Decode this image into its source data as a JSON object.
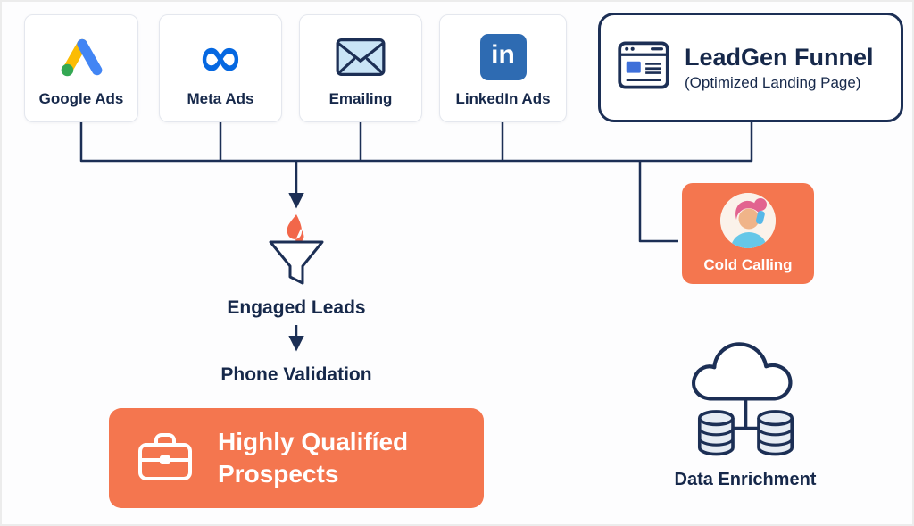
{
  "colors": {
    "navy": "#1C2F55",
    "orange": "#F4764F",
    "meta_blue": "#0668E1",
    "linkedin_blue": "#2E6BB2",
    "google_yellow": "#FBBC04",
    "google_blue": "#4285F4",
    "google_green": "#34A853"
  },
  "sources": [
    {
      "label": "Google Ads"
    },
    {
      "label": "Meta Ads"
    },
    {
      "label": "Emailing"
    },
    {
      "label": "LinkedIn Ads"
    }
  ],
  "leadgen_card": {
    "title": "LeadGen Funnel",
    "subtitle": "(Optimized Landing Page)"
  },
  "flow": {
    "engaged_leads_label": "Engaged Leads",
    "phone_validation_label": "Phone Validation"
  },
  "prospects_card": {
    "label": "Highly Qualifíed Prospects"
  },
  "cold_calling_card": {
    "label": "Cold Calling"
  },
  "data_enrichment": {
    "label": "Data Enrichment"
  },
  "icons": {
    "meta_glyph": "∞",
    "linkedin_glyph": "in"
  }
}
